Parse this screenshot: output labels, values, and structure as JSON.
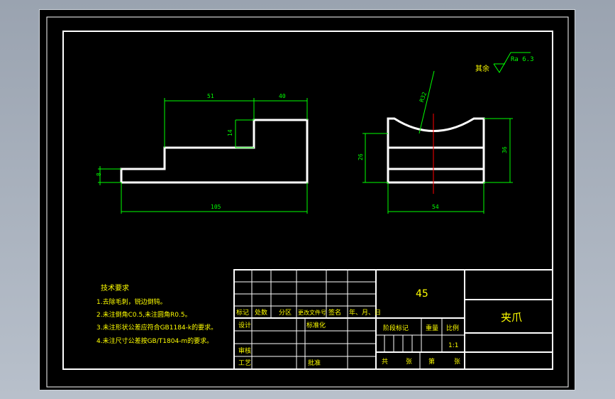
{
  "drawing": {
    "surface_finish": {
      "prefix": "其余",
      "value": "Ra 6.3"
    },
    "front_view": {
      "dims": {
        "d51": "51",
        "d40": "40",
        "d14": "14",
        "d8": "8",
        "d105": "105"
      }
    },
    "side_view": {
      "dims": {
        "r32": "R32",
        "d26": "26",
        "d36": "36",
        "d54": "54"
      }
    },
    "tech_requirements": {
      "heading": "技术要求",
      "items": [
        "1.去除毛刺，锐边倒钝。",
        "2.未注倒角C0.5,未注圆角R0.5。",
        "3.未注形状公差应符合GB1184-k的要求。",
        "4.未注尺寸公差按GB/T1804-m的要求。"
      ]
    },
    "title_block": {
      "material": "45",
      "part_name": "夹爪",
      "headers": [
        "标记",
        "处数",
        "分区",
        "更改文件号",
        "签名",
        "年、月、日"
      ],
      "design": "设计",
      "standardize": "标准化",
      "review": "审核",
      "process": "工艺",
      "approve": "批准",
      "stage_mark": "阶段标记",
      "weight": "重量",
      "scale_label": "比例",
      "scale_value": "1:1",
      "sheets": [
        "共",
        "张",
        "第",
        "张"
      ]
    }
  }
}
